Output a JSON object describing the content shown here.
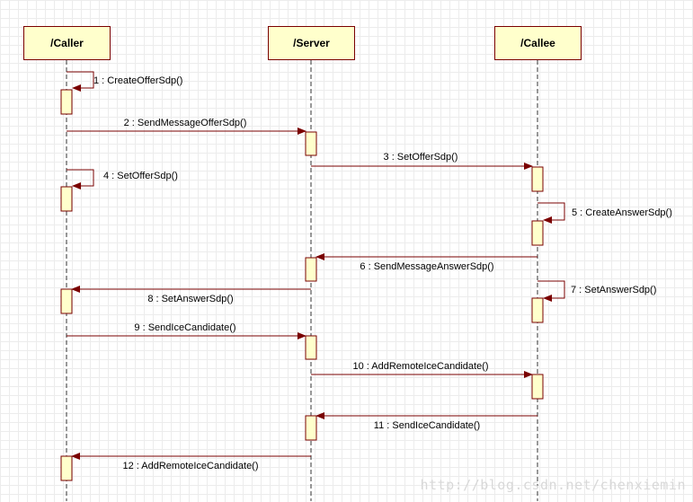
{
  "lifelines": [
    {
      "id": "caller",
      "label": "/Caller"
    },
    {
      "id": "server",
      "label": "/Server"
    },
    {
      "id": "callee",
      "label": "/Callee"
    }
  ],
  "messages": [
    {
      "label": "1 : CreateOfferSdp()",
      "from": "caller",
      "to": "caller"
    },
    {
      "label": "2 : SendMessageOfferSdp()",
      "from": "caller",
      "to": "server"
    },
    {
      "label": "3 : SetOfferSdp()",
      "from": "server",
      "to": "callee"
    },
    {
      "label": "4 : SetOfferSdp()",
      "from": "caller",
      "to": "caller"
    },
    {
      "label": "5 : CreateAnswerSdp()",
      "from": "callee",
      "to": "callee"
    },
    {
      "label": "6 : SendMessageAnswerSdp()",
      "from": "callee",
      "to": "server"
    },
    {
      "label": "7 : SetAnswerSdp()",
      "from": "callee",
      "to": "callee"
    },
    {
      "label": "8 : SetAnswerSdp()",
      "from": "server",
      "to": "caller"
    },
    {
      "label": "9 : SendIceCandidate()",
      "from": "caller",
      "to": "server"
    },
    {
      "label": "10 : AddRemoteIceCandidate()",
      "from": "server",
      "to": "callee"
    },
    {
      "label": "11 : SendIceCandidate()",
      "from": "callee",
      "to": "server"
    },
    {
      "label": "12 : AddRemoteIceCandidate()",
      "from": "server",
      "to": "caller"
    }
  ],
  "watermark": "http://blog.csdn.net/chenxiemin",
  "colors": {
    "line": "#7a0000",
    "box_fill": "#ffffcc",
    "lifeline": "#333333"
  }
}
